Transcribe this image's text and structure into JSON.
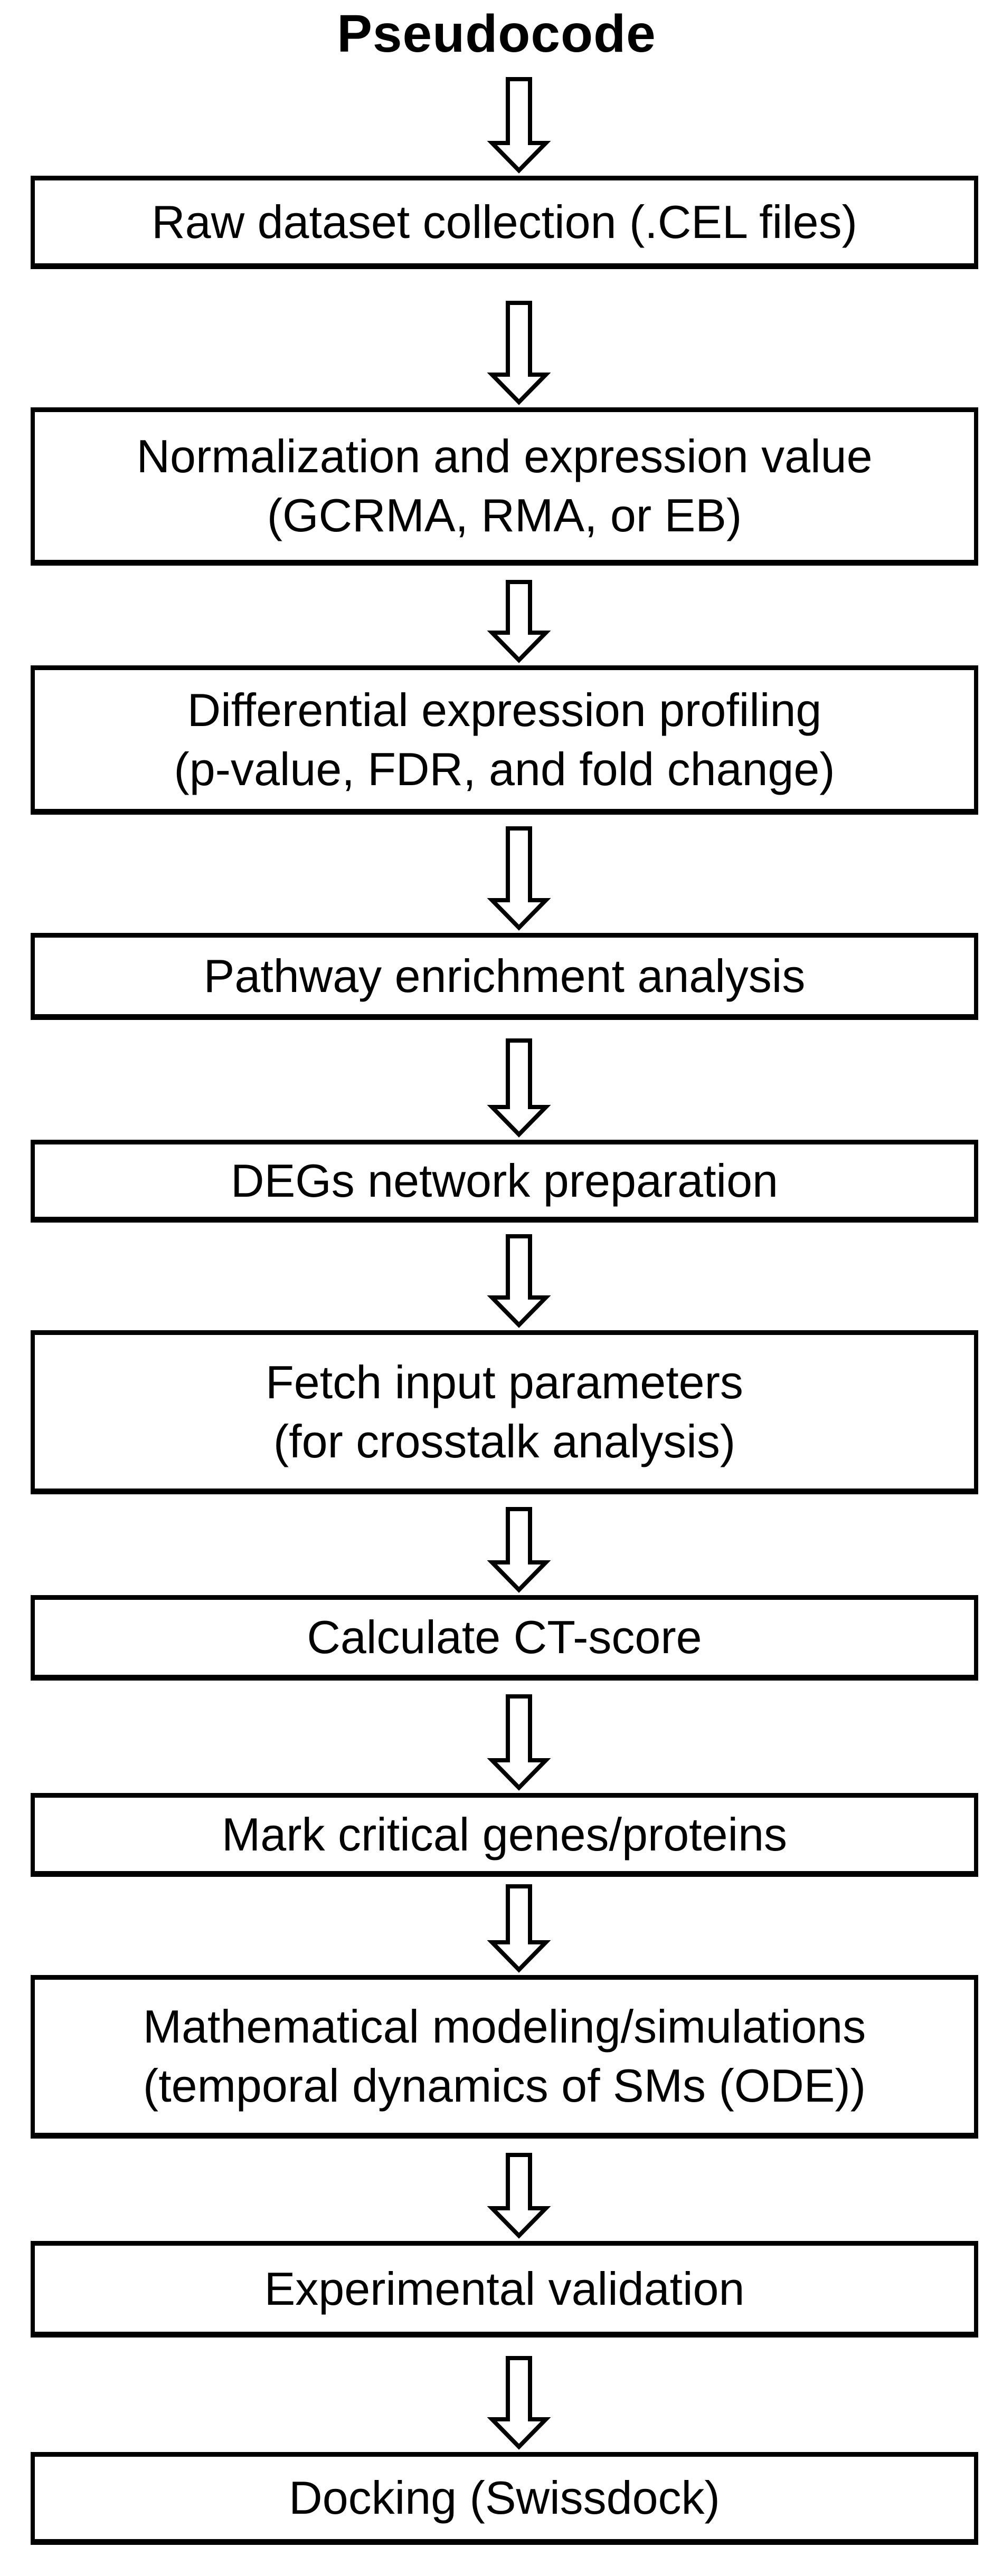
{
  "title": "Pseudocode",
  "colors": {
    "ink": "#000000",
    "paper": "#ffffff"
  },
  "icons": {
    "connector": "down-arrow-icon"
  },
  "steps": [
    {
      "line1": "Raw dataset collection (.CEL files)"
    },
    {
      "line1": "Normalization and expression value",
      "line2": "(GCRMA, RMA, or EB)"
    },
    {
      "line1": "Differential expression profiling",
      "line2": "(p-value, FDR, and fold change)"
    },
    {
      "line1": "Pathway enrichment analysis"
    },
    {
      "line1": "DEGs network preparation"
    },
    {
      "line1": "Fetch input parameters",
      "line2": "(for crosstalk analysis)"
    },
    {
      "line1": "Calculate CT-score"
    },
    {
      "line1": "Mark critical genes/proteins"
    },
    {
      "line1": "Mathematical modeling/simulations",
      "line2": "(temporal dynamics of SMs (ODE))"
    },
    {
      "line1": "Experimental validation"
    },
    {
      "line1": "Docking (Swissdock)"
    }
  ]
}
